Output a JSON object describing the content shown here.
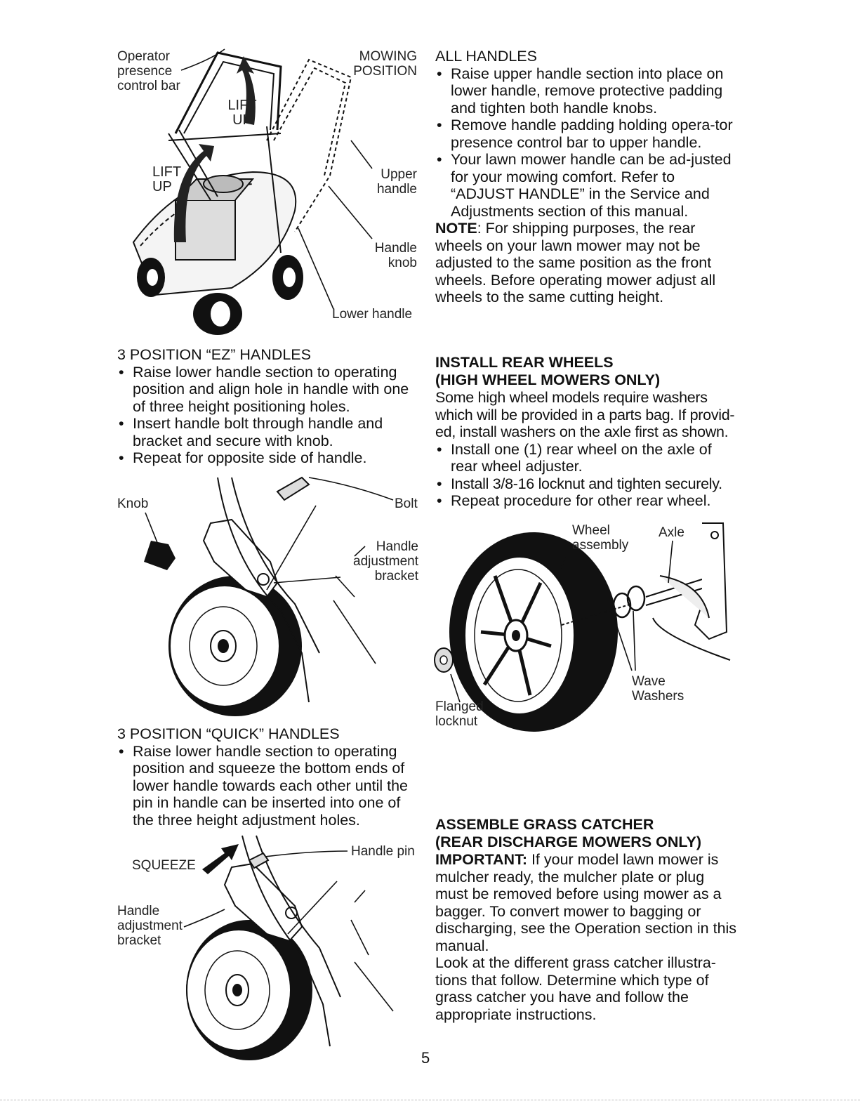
{
  "page_number": "5",
  "fig_handles": {
    "operator_bar": "Operator\npresence\ncontrol bar",
    "mowing_position": "MOWING\nPOSITION",
    "lift_up_1": "LIFT\nUP",
    "lift_up_2": "LIFT\nUP",
    "upper_handle": "Upper\nhandle",
    "handle_knob": "Handle\nknob",
    "lower_handle": "Lower handle"
  },
  "all_handles": {
    "title": "ALL HANDLES",
    "bullets": [
      "Raise upper handle section into place on lower handle, remove protective padding and tighten both handle knobs.",
      "Remove handle padding holding opera-tor presence control bar to upper handle.",
      "Your lawn mower handle can be ad-justed for your mowing comfort. Refer to “ADJUST HANDLE” in the Service and Adjustments section of this manual."
    ],
    "note_label": "NOTE",
    "note_text": ": For shipping purposes, the rear wheels on your lawn mower may not be adjusted to the same position as the front wheels. Before operating mower adjust all wheels to the same cutting height."
  },
  "ez_handles": {
    "title": "3 POSITION “EZ” HANDLES",
    "bullets": [
      "Raise lower handle section to operating position and align hole in handle with one of three height positioning holes.",
      "Insert handle bolt through handle and bracket and secure with knob.",
      "Repeat for opposite side of handle."
    ]
  },
  "fig_ez": {
    "knob": "Knob",
    "bolt": "Bolt",
    "bracket": "Handle\nadjustment\nbracket"
  },
  "rear_wheels": {
    "title1": "INSTALL REAR WHEELS",
    "title2": "(HIGH WHEEL MOWERS ONLY)",
    "intro": "Some high wheel models require washers which will be provided in a parts bag. If provid-ed, install washers on the axle first as shown.",
    "bullets": [
      "Install one (1) rear wheel on the axle of rear wheel adjuster.",
      "Install 3/8-16 locknut and tighten securely.",
      "Repeat procedure for other rear wheel."
    ]
  },
  "fig_wheel": {
    "wheel_assembly": "Wheel\nassembly",
    "axle": "Axle",
    "wave_washers": "Wave\nWashers",
    "flanged_locknut": "Flanged\nlocknut"
  },
  "quick_handles": {
    "title": "3 POSITION “QUICK” HANDLES",
    "bullets": [
      "Raise lower handle section to operating position and squeeze the bottom ends of lower handle towards each other until the pin in handle can be inserted into one of the three height adjustment holes."
    ]
  },
  "fig_quick": {
    "squeeze": "SQUEEZE",
    "handle_pin": "Handle pin",
    "bracket": "Handle\nadjustment\nbracket"
  },
  "grass_catcher": {
    "title1": "ASSEMBLE GRASS CATCHER",
    "title2": "(REAR DISCHARGE MOWERS ONLY)",
    "important_label": "IMPORTANT:",
    "important_text": " If your model lawn mower is mulcher ready, the mulcher plate or plug must be removed before using mower as a bagger. To convert mower to bagging or discharging, see the Operation section in this manual.",
    "para2": "Look at the different grass catcher illustra-tions that follow. Determine which type of grass catcher you have and follow the appropriate instructions."
  }
}
